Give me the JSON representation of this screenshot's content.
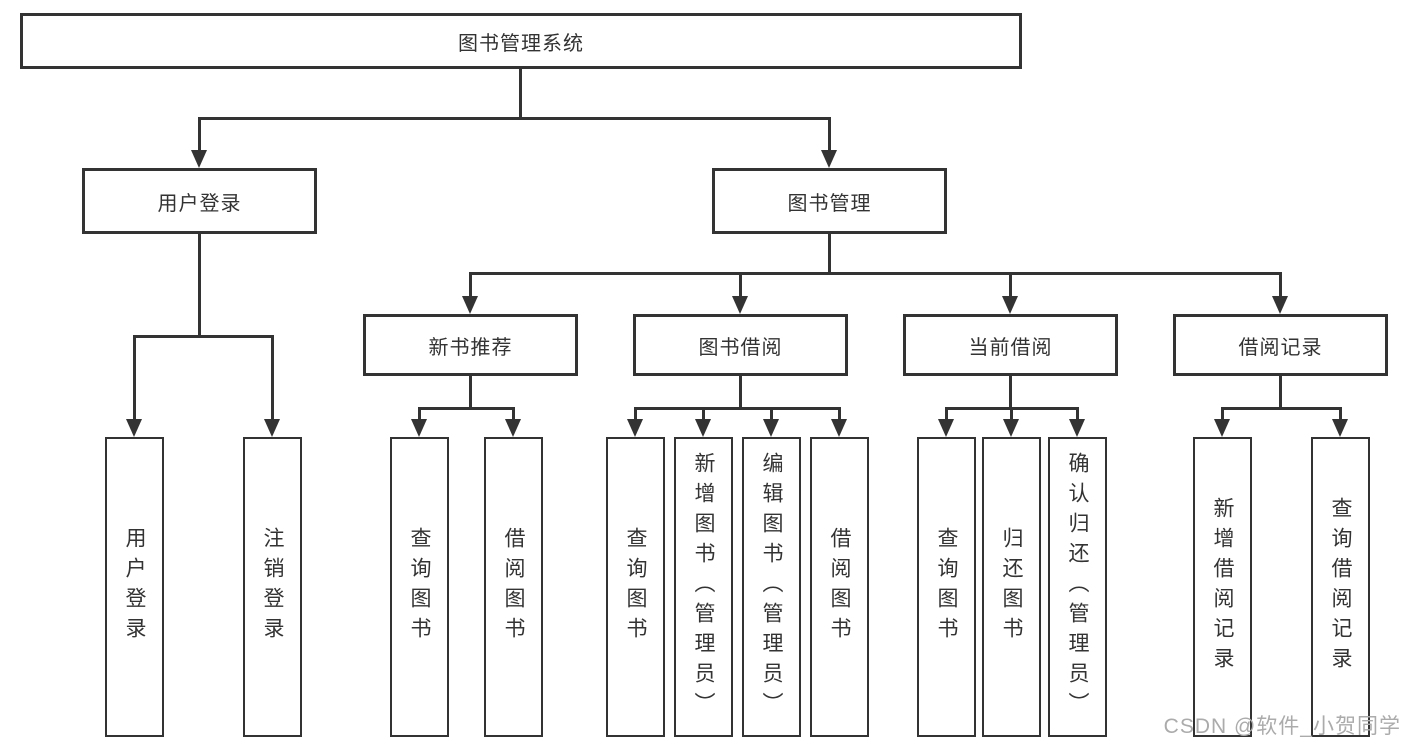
{
  "colors": {
    "line": "#333333",
    "text": "#333333",
    "box_background": "#ffffff",
    "watermark": "#ababab"
  },
  "watermark": "CSDN @软件_小贺同学",
  "tree": {
    "root": "图书管理系统",
    "level2": [
      "用户登录",
      "图书管理"
    ],
    "level3": [
      "新书推荐",
      "图书借阅",
      "当前借阅",
      "借阅记录"
    ],
    "leaves": {
      "login": [
        "用户登录",
        "注销登录"
      ],
      "recommend": [
        "查询图书",
        "借阅图书"
      ],
      "borrow": [
        "查询图书",
        "新增图书（管理员）",
        "编辑图书（管理员）",
        "借阅图书"
      ],
      "current": [
        "查询图书",
        "归还图书",
        "确认归还（管理员）"
      ],
      "records": [
        "新增借阅记录",
        "查询借阅记录"
      ]
    }
  }
}
